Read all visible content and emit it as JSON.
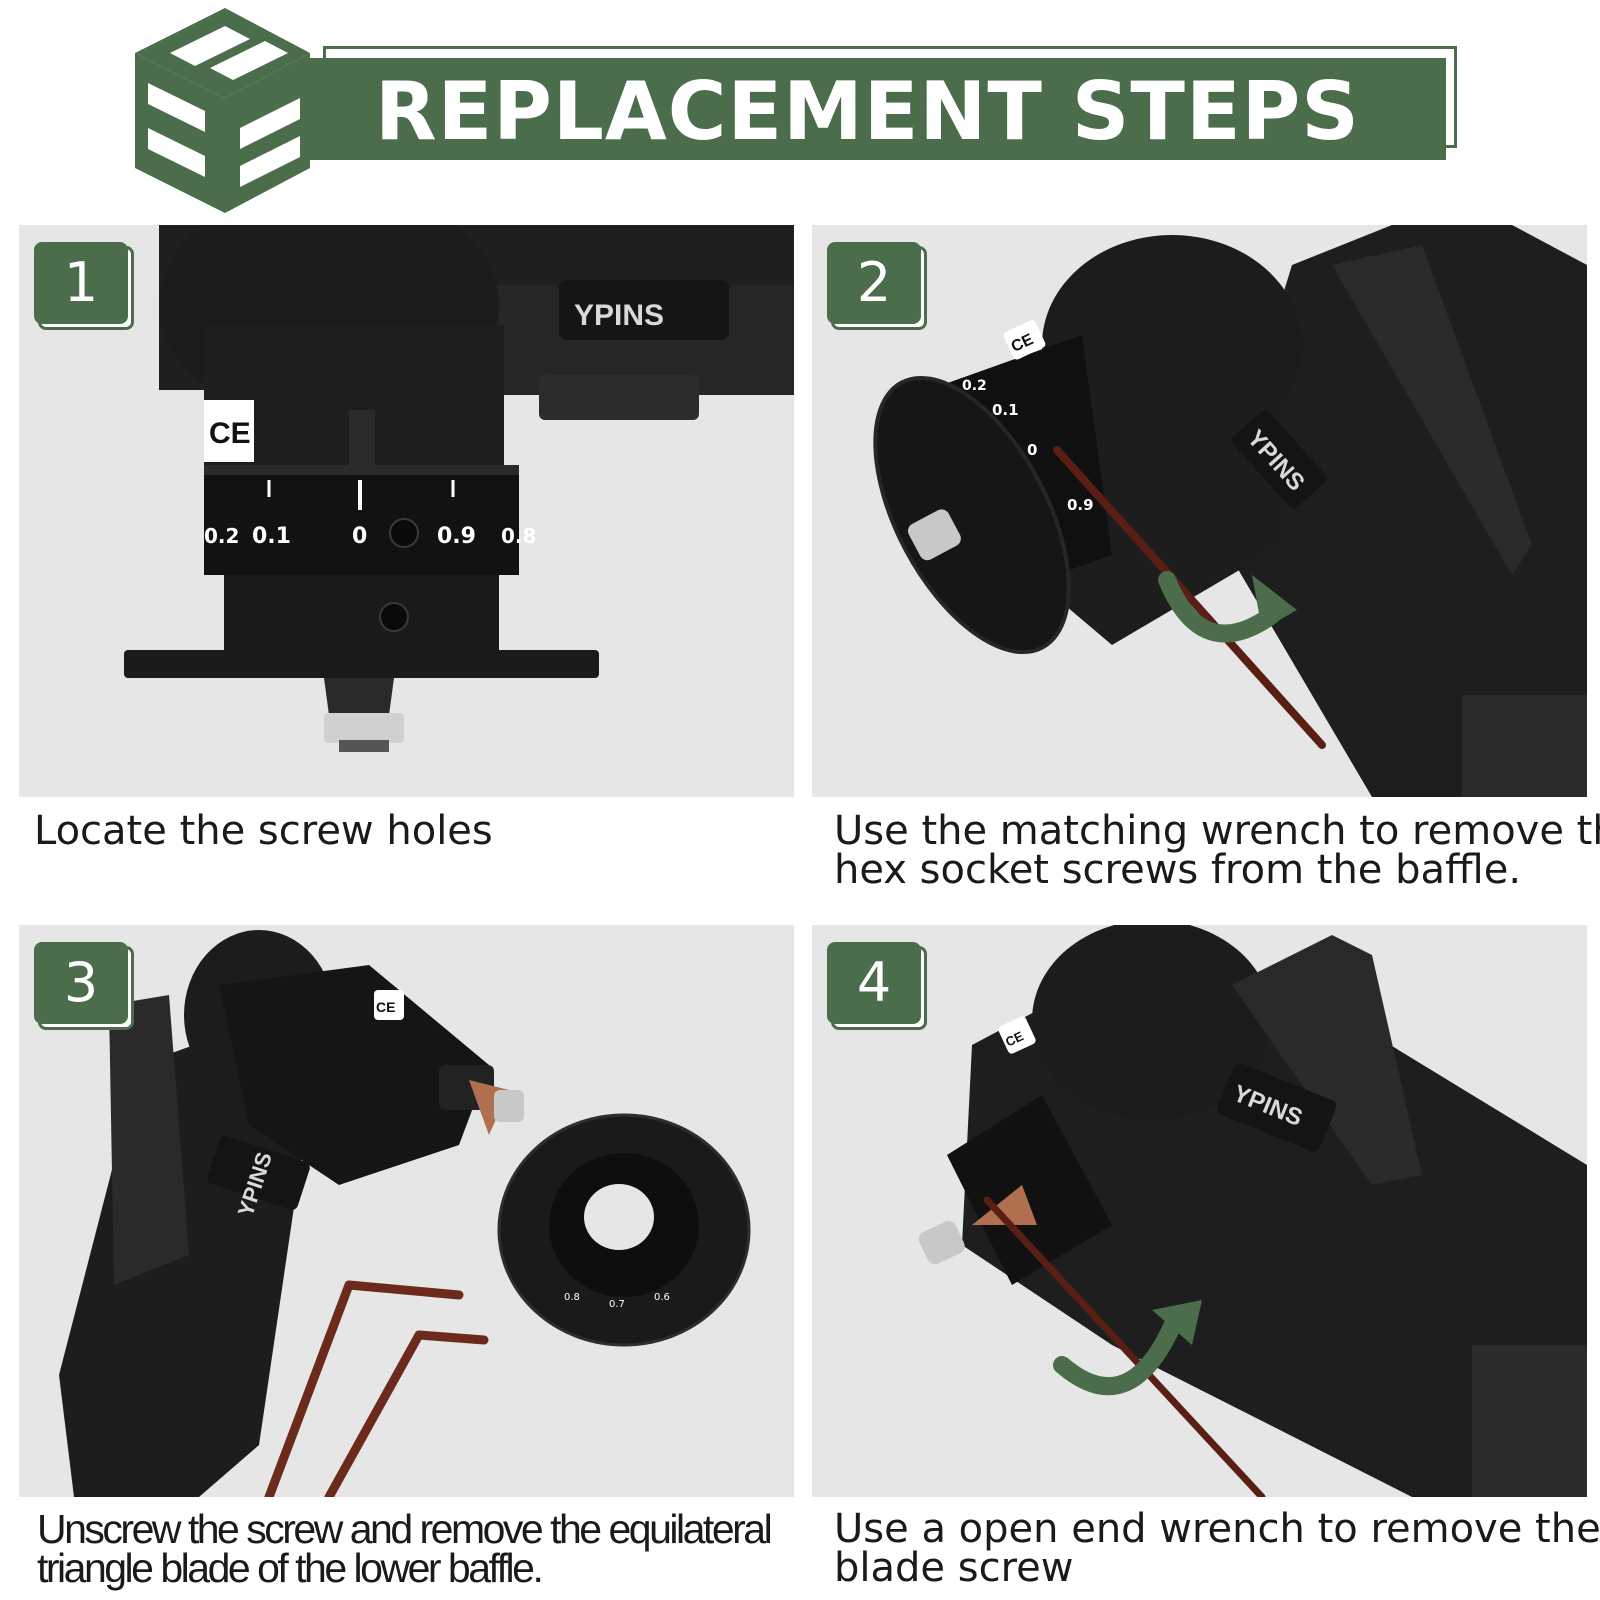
{
  "header": {
    "title": "REPLACEMENT STEPS",
    "brand_color": "#4b6d4b"
  },
  "product": {
    "brand": "YPINS",
    "cert_mark": "CE",
    "dial_marks": [
      "0.2",
      "0.1",
      "0",
      "0.9",
      "0.8"
    ],
    "dial_marks_step2": [
      "0.2",
      "0.1",
      "0",
      "0.9"
    ],
    "dial_marks_step3": [
      "0.8",
      "0.7",
      "0.6"
    ]
  },
  "steps": [
    {
      "number": "1",
      "caption_lines": [
        "Locate the screw holes"
      ]
    },
    {
      "number": "2",
      "caption_lines": [
        "Use the matching wrench to remove the",
        "hex socket screws from the baffle."
      ]
    },
    {
      "number": "3",
      "caption_lines": [
        "Unscrew the screw and remove the equilateral",
        "triangle blade of the lower baffle."
      ]
    },
    {
      "number": "4",
      "caption_lines": [
        "Use a open end wrench to remove the",
        "blade screw"
      ]
    }
  ]
}
